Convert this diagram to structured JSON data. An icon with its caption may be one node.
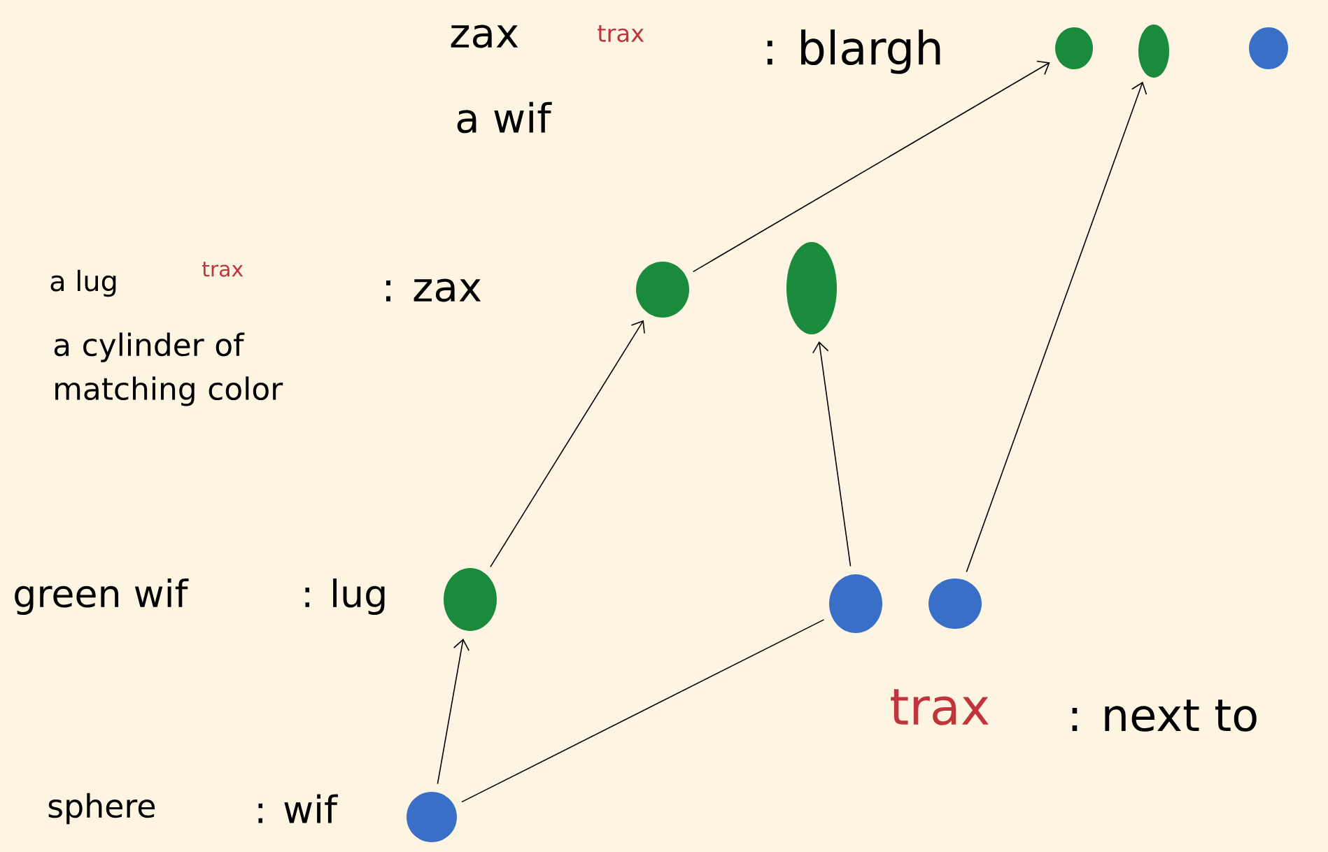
{
  "diagram": {
    "nodes": [
      {
        "text": [],
        "shape": "circle"
      },
      {
        "text": [],
        "shape": "circle"
      },
      {
        "text": [],
        "shape": "circle"
      },
      {
        "text": [],
        "shape": "circle"
      },
      {
        "text": [],
        "shape": "circle"
      },
      {
        "text": [],
        "shape": "circle"
      },
      {
        "text": [],
        "shape": "circle"
      },
      {
        "text": [],
        "shape": "circle"
      },
      {
        "text": [],
        "shape": "circle"
      }
    ],
    "edges": [
      {
        "from": 0,
        "to": 1,
        "arrow": "to"
      },
      {
        "from": 0,
        "to": 2,
        "arrow": "none"
      },
      {
        "from": 1,
        "to": 4,
        "arrow": "to"
      },
      {
        "from": 2,
        "to": 5,
        "arrow": "to"
      },
      {
        "from": 3,
        "to": 7,
        "arrow": "to"
      },
      {
        "from": 4,
        "to": 6,
        "arrow": "to"
      }
    ],
    "labels": [
      "zax",
      "trax",
      ": blargh",
      "a wif",
      "a lug",
      "trax",
      ": zax",
      "a cylinder of matching color",
      "green wif",
      ": lug",
      "sphere",
      ": wif",
      "trax",
      ": next to"
    ]
  }
}
